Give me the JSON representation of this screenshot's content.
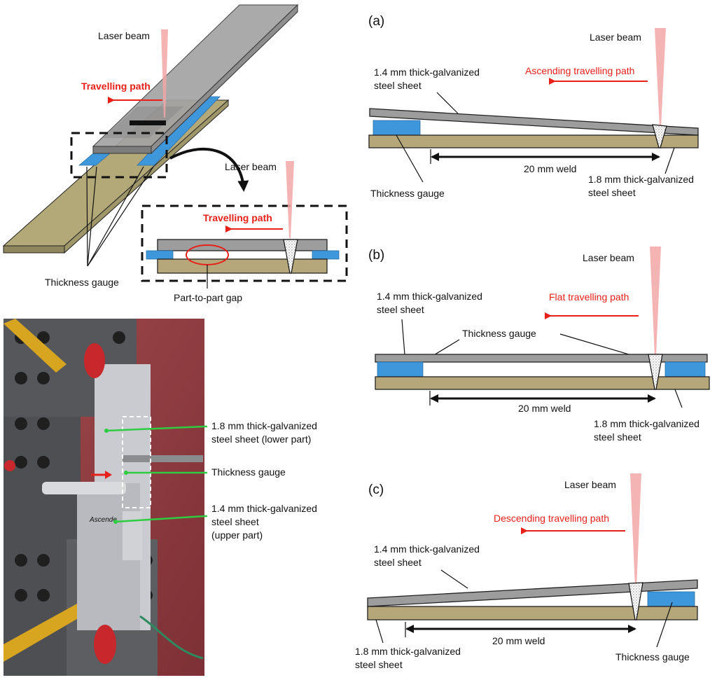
{
  "colors": {
    "lower_sheet": "#b5a779",
    "upper_sheet": "#9d9d9d",
    "thickness_gauge": "#3f97db",
    "laser_beam": "#f2a7a7",
    "path_arrow": "#e8201a",
    "leader_green": "#2ecc40"
  },
  "overview": {
    "laser_beam": "Laser beam",
    "travelling_path": "Travelling path",
    "thickness_gauge": "Thickness gauge",
    "inset_laser_beam": "Laser beam",
    "inset_travelling_path": "Travelling path",
    "part_to_part_gap": "Part-to-part gap"
  },
  "photo": {
    "handwriting": "Ascende",
    "callouts": [
      {
        "line1": "1.8 mm thick-galvanized",
        "line2": "steel sheet (lower part)",
        "line3": ""
      },
      {
        "line1": "Thickness gauge",
        "line2": "",
        "line3": ""
      },
      {
        "line1": "1.4 mm thick-galvanized",
        "line2": "steel sheet",
        "line3": "(upper part)"
      }
    ]
  },
  "panel_a": {
    "tag": "(a)",
    "laser_beam": "Laser beam",
    "path": "Ascending travelling path",
    "upper_line1": "1.4 mm thick-galvanized",
    "upper_line2": "steel sheet",
    "weld": "20 mm weld",
    "gauge": "Thickness gauge",
    "lower_line1": "1.8 mm thick-galvanized",
    "lower_line2": "steel sheet"
  },
  "panel_b": {
    "tag": "(b)",
    "laser_beam": "Laser beam",
    "path": "Flat travelling path",
    "upper_line1": "1.4 mm thick-galvanized",
    "upper_line2": "steel sheet",
    "gauge": "Thickness gauge",
    "weld": "20 mm weld",
    "lower_line1": "1.8 mm thick-galvanized",
    "lower_line2": "steel sheet"
  },
  "panel_c": {
    "tag": "(c)",
    "laser_beam": "Laser beam",
    "path": "Descending travelling path",
    "upper_line1": "1.4 mm thick-galvanized",
    "upper_line2": "steel sheet",
    "weld": "20 mm weld",
    "lower_line1": "1.8 mm thick-galvanized",
    "lower_line2": "steel sheet",
    "gauge": "Thickness gauge"
  }
}
